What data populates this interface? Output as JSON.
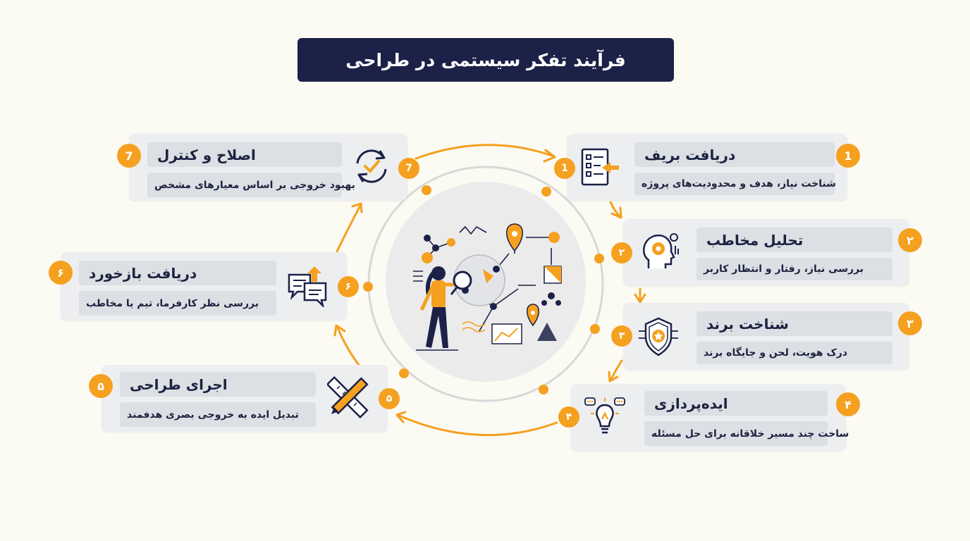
{
  "title": "فرآیند تفکر سیستمی در طراحی",
  "colors": {
    "navy": "#1b2147",
    "accent": "#f5a01f",
    "card": "#eceef0",
    "field": "#dcdfe3",
    "background": "#fbfaf3"
  },
  "steps": [
    {
      "badge": "1",
      "hub_badge": "1",
      "title": "دریافت بریف",
      "description": "شناخت نیاز، هدف و محدودیت‌های پروژه",
      "icon": "checklist-icon"
    },
    {
      "badge": "٢",
      "hub_badge": "٢",
      "title": "تحلیل مخاطب",
      "description": "بررسی نیاز، رفتار و انتظار کاربر",
      "icon": "head-gear-icon"
    },
    {
      "badge": "٣",
      "hub_badge": "٣",
      "title": "شناخت برند",
      "description": "درک هویت، لحن و جایگاه برند",
      "icon": "shield-star-icon"
    },
    {
      "badge": "۴",
      "hub_badge": "۴",
      "title": "ایده‌پردازی",
      "description": "ساخت چند مسیر خلاقانه برای حل مسئله",
      "icon": "lightbulb-icon"
    },
    {
      "badge": "۵",
      "hub_badge": "۵",
      "title": "اجرای طراحی",
      "description": "تبدیل ایده به خروجی بصری هدفمند",
      "icon": "ruler-pencil-icon"
    },
    {
      "badge": "۶",
      "hub_badge": "۶",
      "title": "دریافت بازخورد",
      "description": "بررسی نظر کارفرما، تیم یا مخاطب",
      "icon": "feedback-chat-icon"
    },
    {
      "badge": "7",
      "hub_badge": "7",
      "title": "اصلاح و کنترل",
      "description": "بهبود خروجی بر اساس معیارهای مشخص",
      "icon": "refresh-check-icon"
    }
  ]
}
